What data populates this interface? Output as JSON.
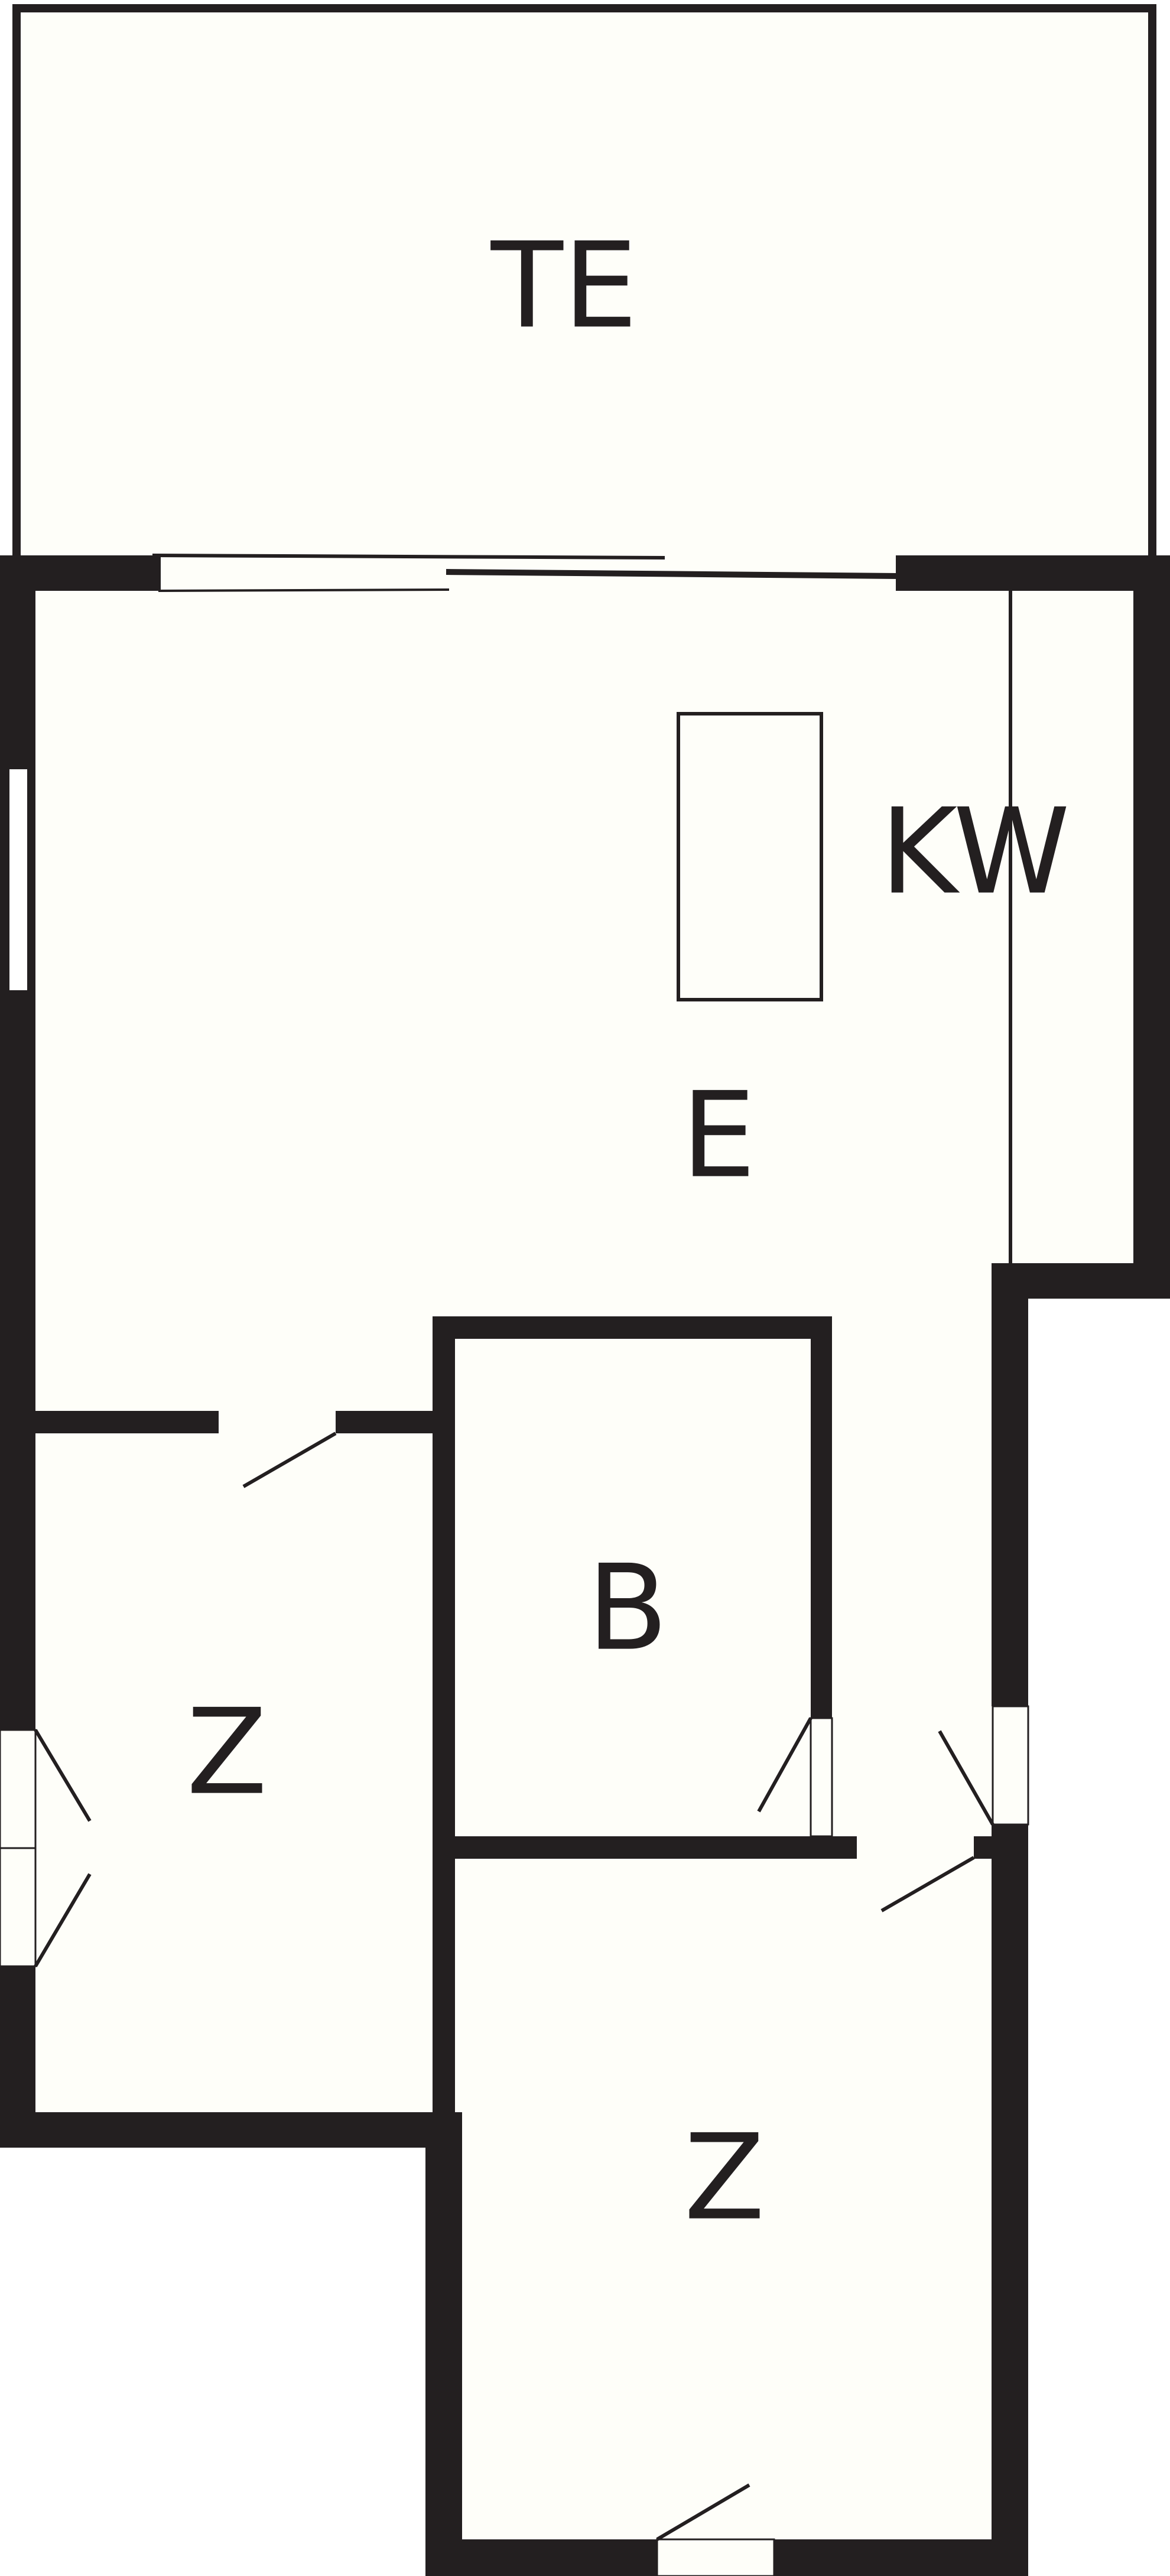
{
  "colors": {
    "wall": "#231f20",
    "floor": "#fefef9",
    "background": "#ffffff",
    "opening": "#ffffff"
  },
  "rooms": {
    "terrace": {
      "label": "TE"
    },
    "storage": {
      "label": "KW"
    },
    "living": {
      "label": "E"
    },
    "bathroom": {
      "label": "B"
    },
    "bedroom_left": {
      "label": "Z"
    },
    "bedroom_bottom": {
      "label": "Z"
    }
  },
  "icons": [
    "door-swing-icon",
    "window-icon",
    "sliding-door-icon",
    "fixture-rectangle-icon"
  ]
}
